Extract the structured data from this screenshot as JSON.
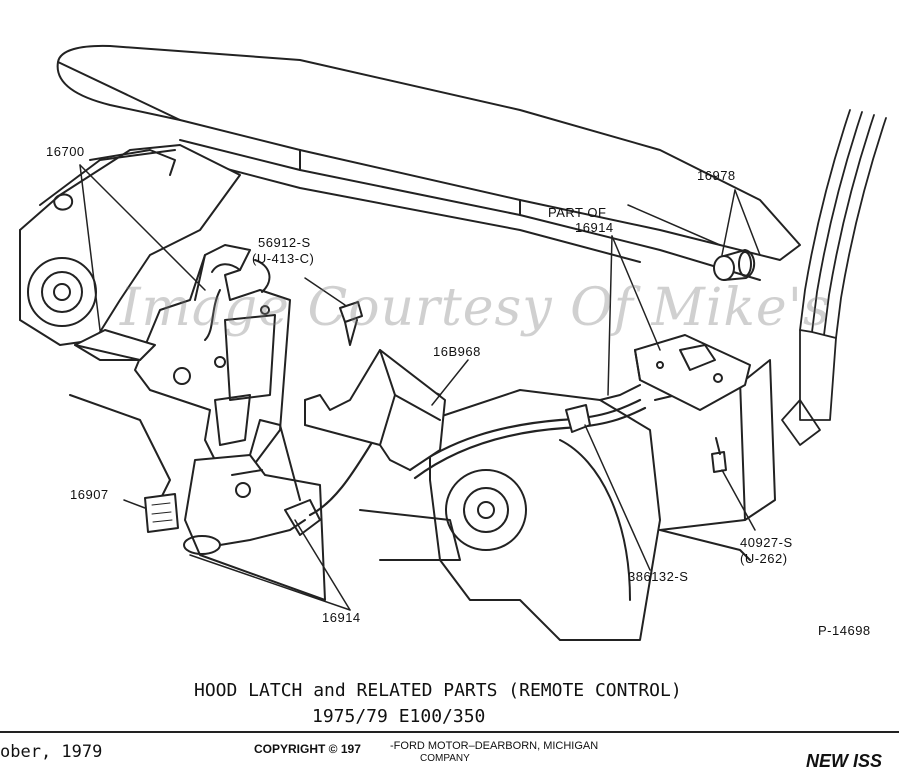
{
  "diagram": {
    "title": "HOOD LATCH and RELATED PARTS (REMOTE CONTROL)",
    "subtitle": "1975/79  E100/350",
    "figure_id": "P-14698",
    "watermark": "Image Courtesy Of Mike's",
    "callouts": {
      "p16700": "16700",
      "p56912_a": "56912-S",
      "p56912_b": "(U-413-C)",
      "p16b968": "16B968",
      "part_of_a": "PART OF",
      "part_of_b": "16914",
      "p16978": "16978",
      "p16907": "16907",
      "p16914": "16914",
      "p386132": "386132-S",
      "p40927_a": "40927-S",
      "p40927_b": "(U-262)"
    }
  },
  "footer": {
    "date": "ober, 1979",
    "copyright": "COPYRIGHT © 197",
    "company_a": "-FORD MOTOR–DEARBORN, MICHIGAN",
    "company_b": "COMPANY",
    "issue": "NEW ISS"
  }
}
